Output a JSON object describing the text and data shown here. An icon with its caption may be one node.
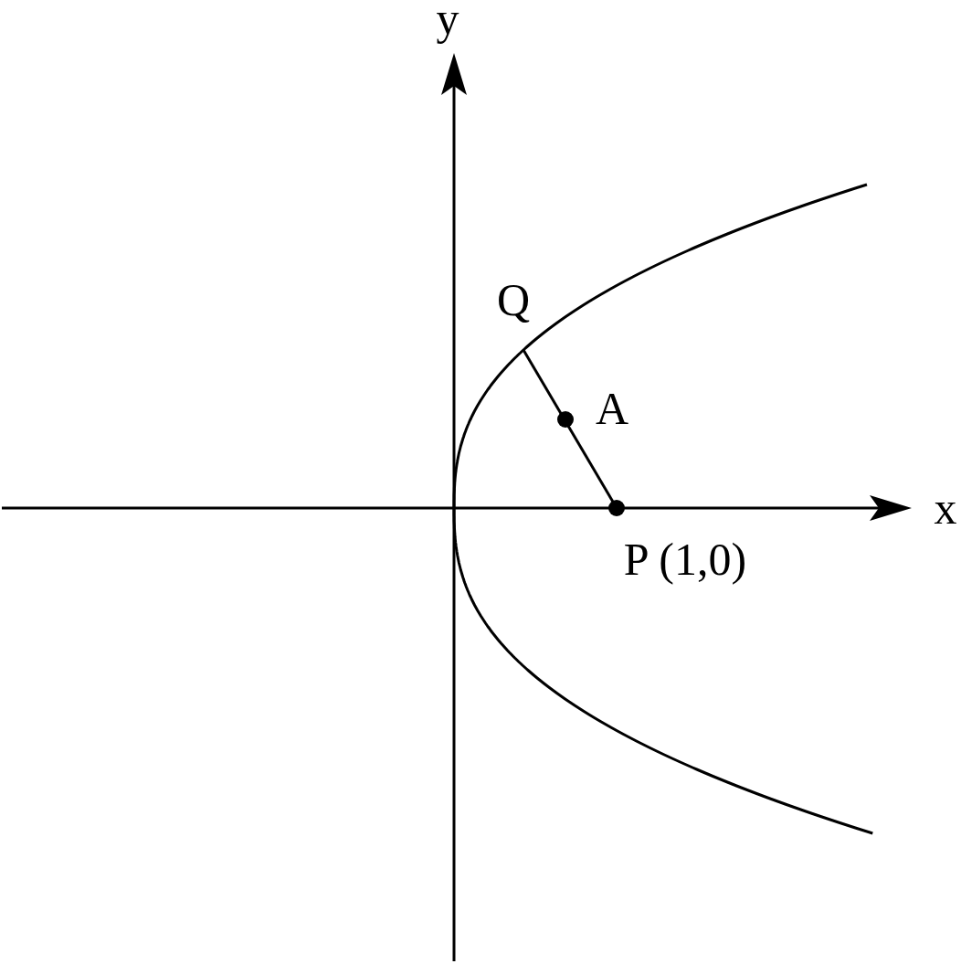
{
  "diagram": {
    "labels": [
      "y",
      "Q",
      "A",
      "x",
      "P (1,0)"
    ]
  }
}
